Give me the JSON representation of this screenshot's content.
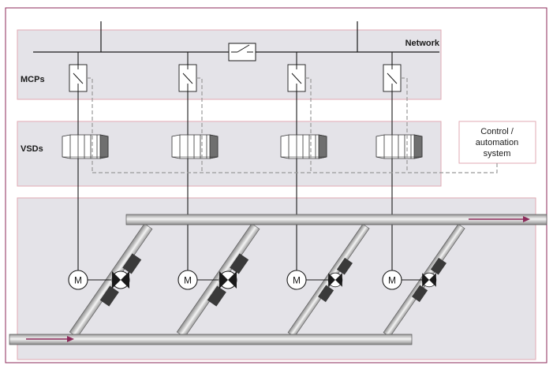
{
  "labels": {
    "network": "Network",
    "mcps": "MCPs",
    "vsds": "VSDs",
    "control_line1": "Control /",
    "control_line2": "automation",
    "control_line3": "system"
  },
  "motors": [
    {
      "label": "M"
    },
    {
      "label": "M"
    },
    {
      "label": "M"
    },
    {
      "label": "M"
    }
  ],
  "colors": {
    "frame_border": "#8c2a5a",
    "panel_fill": "#e4e3e8",
    "panel_border": "#e2a9b3",
    "arrow": "#8c2a5a",
    "line": "#1a1a1a",
    "signal_dash": "#9a9a9a"
  },
  "icons": {
    "breaker": "switch-icon",
    "drive": "vsd-cabinet-icon",
    "motor": "motor-icon",
    "valve": "valve-icon",
    "flow": "flow-arrow-icon"
  }
}
